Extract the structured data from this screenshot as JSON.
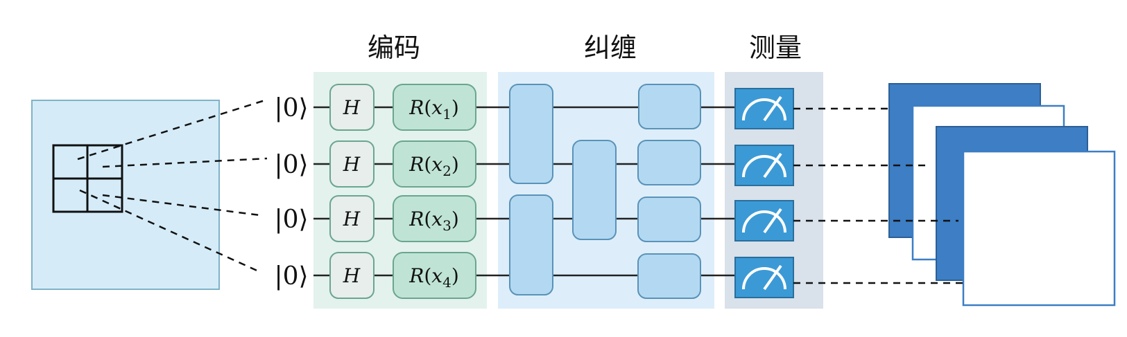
{
  "sections": {
    "encoding_title": "编码",
    "entangle_title": "纠缠",
    "measure_title": "测量"
  },
  "qubits": [
    {
      "ket": "|0⟩",
      "h_gate": "H",
      "r_gate": "R",
      "r_arg": "x",
      "r_sub": "1"
    },
    {
      "ket": "|0⟩",
      "h_gate": "H",
      "r_gate": "R",
      "r_arg": "x",
      "r_sub": "2"
    },
    {
      "ket": "|0⟩",
      "h_gate": "H",
      "r_gate": "R",
      "r_arg": "x",
      "r_sub": "3"
    },
    {
      "ket": "|0⟩",
      "h_gate": "H",
      "r_gate": "R",
      "r_arg": "x",
      "r_sub": "4"
    }
  ],
  "icons": {
    "meter": "measurement-meter-icon",
    "input_grid": "image-grid-icon",
    "output_maps": "feature-map-stack"
  },
  "colors": {
    "encoding_bg": "#e3f2ec",
    "entangle_bg": "#ddeefa",
    "measure_bg": "#d9e1ea",
    "h_gate_fill": "#e7eeeb",
    "r_gate_fill": "#bfe4d6",
    "entangle_gate_fill": "#b3d9f2",
    "meter_fill": "#3b9ad6",
    "input_image_fill": "#d5ecf8",
    "feature_map_blue": "#3d7ec4"
  }
}
